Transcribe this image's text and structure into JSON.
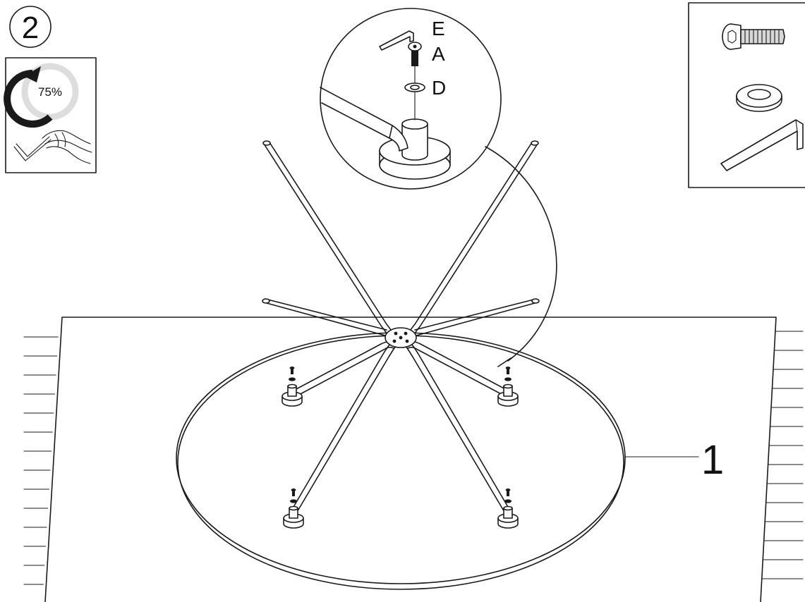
{
  "step": {
    "number": "2"
  },
  "torque_hint": {
    "percent_label": "75%",
    "icon": "hex-key-hand-icon"
  },
  "callout": {
    "part_labels": [
      "E",
      "A",
      "D"
    ]
  },
  "main_view": {
    "part_number": "1"
  },
  "hardware_box": {
    "items": [
      "bolt-icon",
      "washer-icon",
      "hex-key-icon"
    ]
  },
  "colors": {
    "line": "#1a1a1a",
    "fill": "#ffffff",
    "shade": "#d8d8d8"
  }
}
